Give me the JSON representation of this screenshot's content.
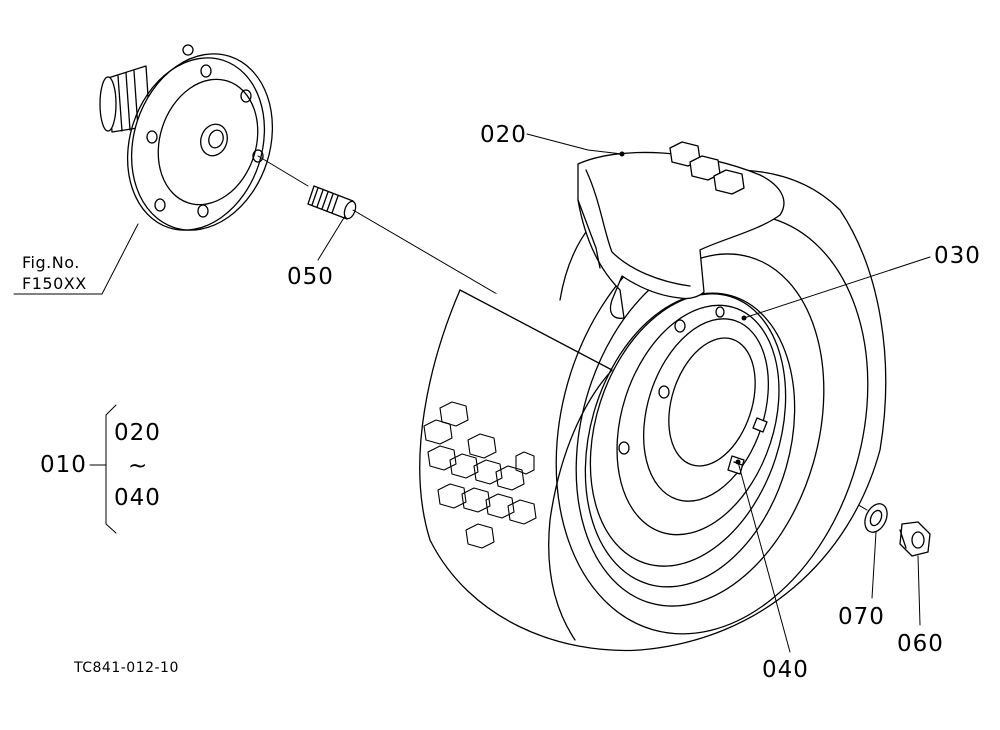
{
  "labels": {
    "p020": "020",
    "p030": "030",
    "p050": "050",
    "p040": "040",
    "p070": "070",
    "p060": "060"
  },
  "group": {
    "code": "010",
    "from": "020",
    "range_symbol": "~",
    "to": "040"
  },
  "figure_ref": {
    "line1": "Fig.No.",
    "line2": "F150XX"
  },
  "drawing_number": "TC841-012-10"
}
